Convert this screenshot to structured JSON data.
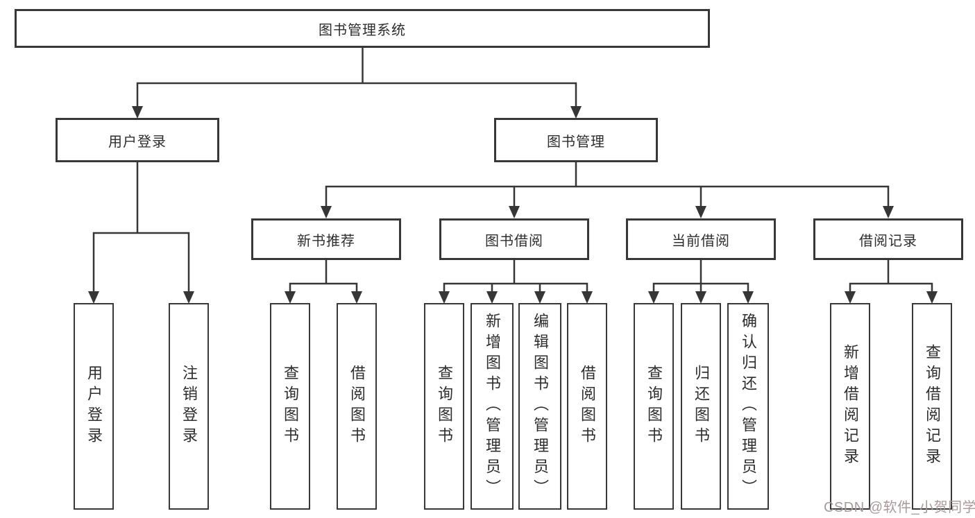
{
  "tree": {
    "root": "图书管理系统",
    "level1": [
      {
        "label": "用户登录",
        "children": [
          "用户登录",
          "注销登录"
        ]
      },
      {
        "label": "图书管理",
        "sections": [
          {
            "label": "新书推荐",
            "children": [
              "查询图书",
              "借阅图书"
            ]
          },
          {
            "label": "图书借阅",
            "children": [
              "查询图书",
              "新增图书（管理员）",
              "编辑图书（管理员）",
              "借阅图书"
            ]
          },
          {
            "label": "当前借阅",
            "children": [
              "查询图书",
              "归还图书",
              "确认归还（管理员）"
            ]
          },
          {
            "label": "借阅记录",
            "children": [
              "新增借阅记录",
              "查询借阅记录"
            ]
          }
        ]
      }
    ]
  },
  "watermark": {
    "text": "CSDN @软件_小贺同学",
    "color": "#a89a9a"
  },
  "colors": {
    "background": "#ffffff",
    "line": "#363636",
    "box_border": "#383838",
    "text": "#2d2d2d"
  }
}
